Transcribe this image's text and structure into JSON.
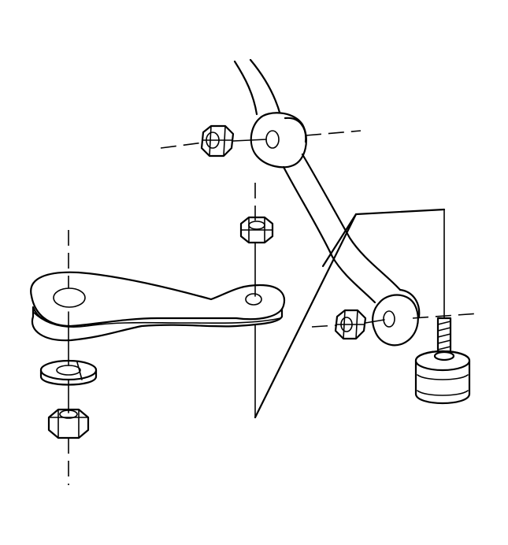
{
  "diagram": {
    "text_labels": [],
    "components": [
      {
        "name": "pitman-arm",
        "label": ""
      },
      {
        "name": "relay-rod-arm",
        "label": ""
      },
      {
        "name": "ball-stud",
        "label": ""
      },
      {
        "name": "hex-nut",
        "label": "",
        "count": 4
      },
      {
        "name": "lock-washer",
        "label": "",
        "count": 1
      }
    ],
    "line_color": "#000000",
    "background": "#ffffff"
  }
}
